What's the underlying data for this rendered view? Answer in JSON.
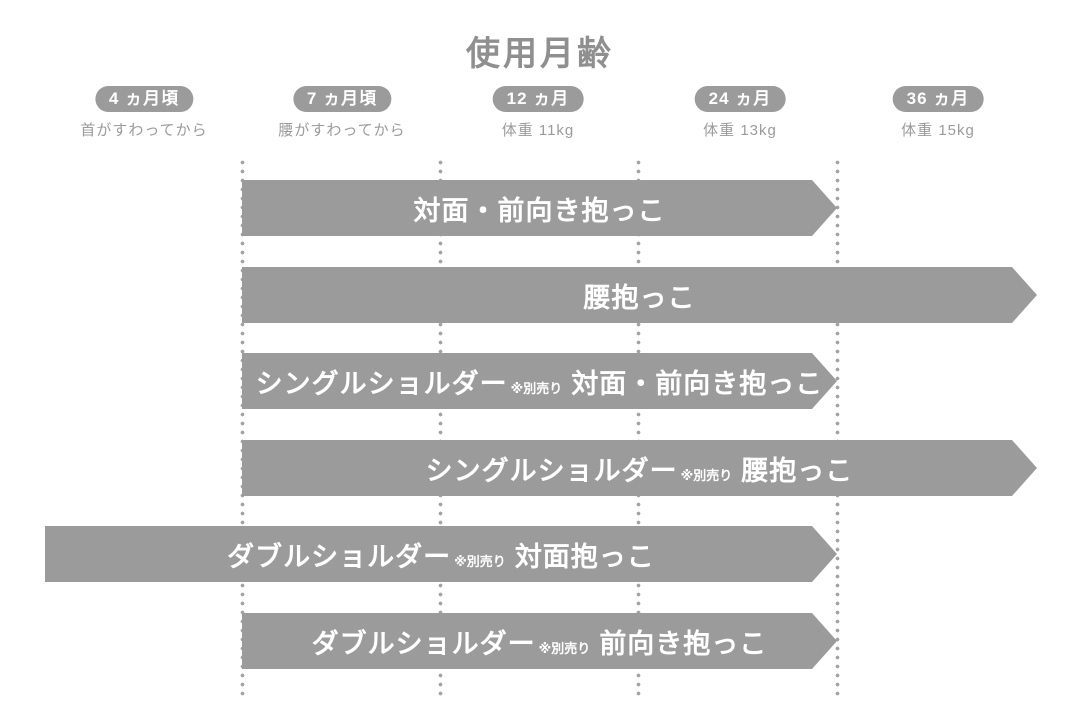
{
  "chart_data": {
    "type": "bar",
    "subtype": "horizontal-usage-timeline",
    "title": "使用月齢",
    "grid": "dotted vertical boundary lines between age columns",
    "legend_position": "none",
    "columns": [
      {
        "month_label": "4 ヵ月頃",
        "sublabel": "首がすわってから"
      },
      {
        "month_label": "7 ヵ月頃",
        "sublabel": "腰がすわってから"
      },
      {
        "month_label": "12 ヵ月",
        "sublabel": "体重 11kg"
      },
      {
        "month_label": "24 ヵ月",
        "sublabel": "体重 13kg"
      },
      {
        "month_label": "36 ヵ月",
        "sublabel": "体重 15kg"
      }
    ],
    "bars": [
      {
        "name": "taimen-maemuki-dakko",
        "parts": [
          {
            "text": "対面・前向き抱っこ",
            "small": false
          }
        ],
        "start": "line_7m",
        "end": "line_36m"
      },
      {
        "name": "koshi-dakko",
        "parts": [
          {
            "text": "腰抱っこ",
            "small": false
          }
        ],
        "start": "line_7m",
        "end": "beyond_36m"
      },
      {
        "name": "single-shoulder-taimen-maemuki-dakko",
        "parts": [
          {
            "text": "シングルショルダー",
            "small": false
          },
          {
            "text": "※別売り",
            "small": true
          },
          {
            "text": "対面・前向き抱っこ",
            "small": false
          }
        ],
        "start": "line_7m",
        "end": "line_36m"
      },
      {
        "name": "single-shoulder-koshi-dakko",
        "parts": [
          {
            "text": "シングルショルダー",
            "small": false
          },
          {
            "text": "※別売り",
            "small": true
          },
          {
            "text": "腰抱っこ",
            "small": false
          }
        ],
        "start": "line_7m",
        "end": "beyond_36m"
      },
      {
        "name": "double-shoulder-taimen-dakko",
        "parts": [
          {
            "text": "ダブルショルダー",
            "small": false
          },
          {
            "text": "※別売り",
            "small": true
          },
          {
            "text": "対面抱っこ",
            "small": false
          }
        ],
        "start": "left_edge",
        "end": "line_36m"
      },
      {
        "name": "double-shoulder-maemuki-dakko",
        "parts": [
          {
            "text": "ダブルショルダー",
            "small": false
          },
          {
            "text": "※別売り",
            "small": true
          },
          {
            "text": "前向き抱っこ",
            "small": false
          }
        ],
        "start": "line_7m",
        "end": "line_36m"
      }
    ],
    "colors": {
      "bar": "#9b9b9b",
      "bar_text": "#ffffff",
      "pill_bg": "#9b9b9b",
      "pill_text": "#ffffff",
      "title": "#8f8f8f",
      "sublabel": "#9b9b9b",
      "dots": "#a3a3a3",
      "page_bg": "#ffffff"
    }
  }
}
